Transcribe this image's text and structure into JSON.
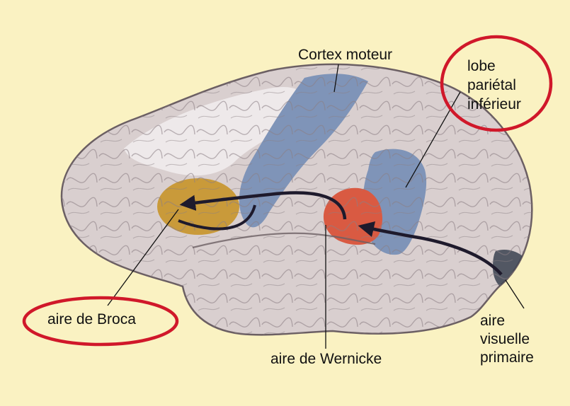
{
  "diagram": {
    "colors": {
      "background": "#faf2c2",
      "brain_fill": "#d9cfcf",
      "brain_outline": "#6b5f63",
      "frontal_highlight": "#f3eff0",
      "motor_cortex": "#7f94b8",
      "broca_area": "#c99a3a",
      "wernicke_area": "#d95a42",
      "parietal_lobule": "#7f94b8",
      "visual_area": "#3a4250",
      "pathway_arrow": "#1e1a2c",
      "leader_line": "#111111",
      "highlight_ellipse": "#d0182a"
    },
    "labels": {
      "motor_cortex": "Cortex moteur",
      "parietal_lobule": [
        "lobe",
        "pariétal",
        "inférieur"
      ],
      "broca": "aire de Broca",
      "wernicke": "aire de Wernicke",
      "visual": [
        "aire",
        "visuelle",
        "primaire"
      ]
    },
    "highlighted": [
      "parietal_lobule",
      "broca"
    ]
  }
}
